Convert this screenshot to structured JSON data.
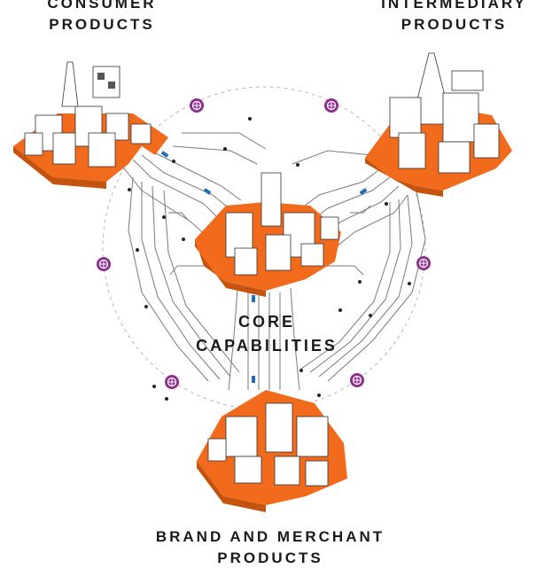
{
  "labels": {
    "consumer": {
      "line1": "CONSUMER",
      "line2": "PRODUCTS"
    },
    "intermediary": {
      "line1": "INTERMEDIARY",
      "line2": "PRODUCTS"
    },
    "core": {
      "line1": "CORE",
      "line2": "CAPABILITIES"
    },
    "brand": {
      "line1": "BRAND AND MERCHANT",
      "line2": "PRODUCTS"
    }
  },
  "colors": {
    "accent": "#f26a1b",
    "connector": "#8e2d8e",
    "link": "#1f6fb2",
    "line": "#6f6f6f",
    "text": "#1a1a1a"
  },
  "icons": [
    "connector-node-icon",
    "data-link-icon"
  ]
}
